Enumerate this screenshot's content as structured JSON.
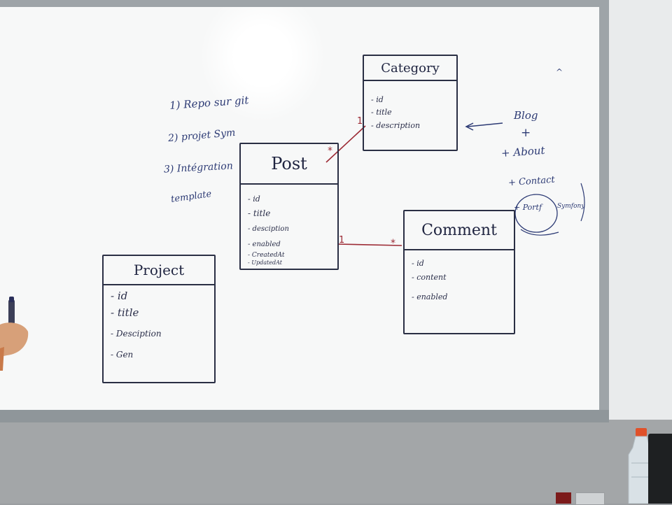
{
  "notes": {
    "line1": "1) Repo sur git",
    "line2": "2) projet Sym",
    "line3": "3) Intégration",
    "line4": "template"
  },
  "category": {
    "title": "Category",
    "attrs": [
      "- id",
      "- title",
      "- description"
    ]
  },
  "post": {
    "title": "Post",
    "attrs": [
      "- id",
      "- title",
      "- desciption",
      "- enabled",
      "- CreatedAt",
      "- UpdatedAt"
    ]
  },
  "comment": {
    "title": "Comment",
    "attrs": [
      "- id",
      "- content",
      "- enabled"
    ]
  },
  "project": {
    "title": "Project",
    "attrs": [
      "- id",
      "- title",
      "- Desciption",
      "- Gen"
    ]
  },
  "relations": {
    "post_category": {
      "post_side": "*",
      "category_side": "1"
    },
    "post_comment": {
      "post_side": "1",
      "comment_side": "*"
    }
  },
  "pages": {
    "blog": "Blog",
    "plus1": "+",
    "about": "+ About",
    "contact": "+ Contact",
    "portf": "+ Portf",
    "sym": "Symfony",
    "caret": "^"
  },
  "colors": {
    "marker_blue": "#2c3a74",
    "marker_black": "#2a2f44",
    "marker_red": "#9c2a34"
  }
}
